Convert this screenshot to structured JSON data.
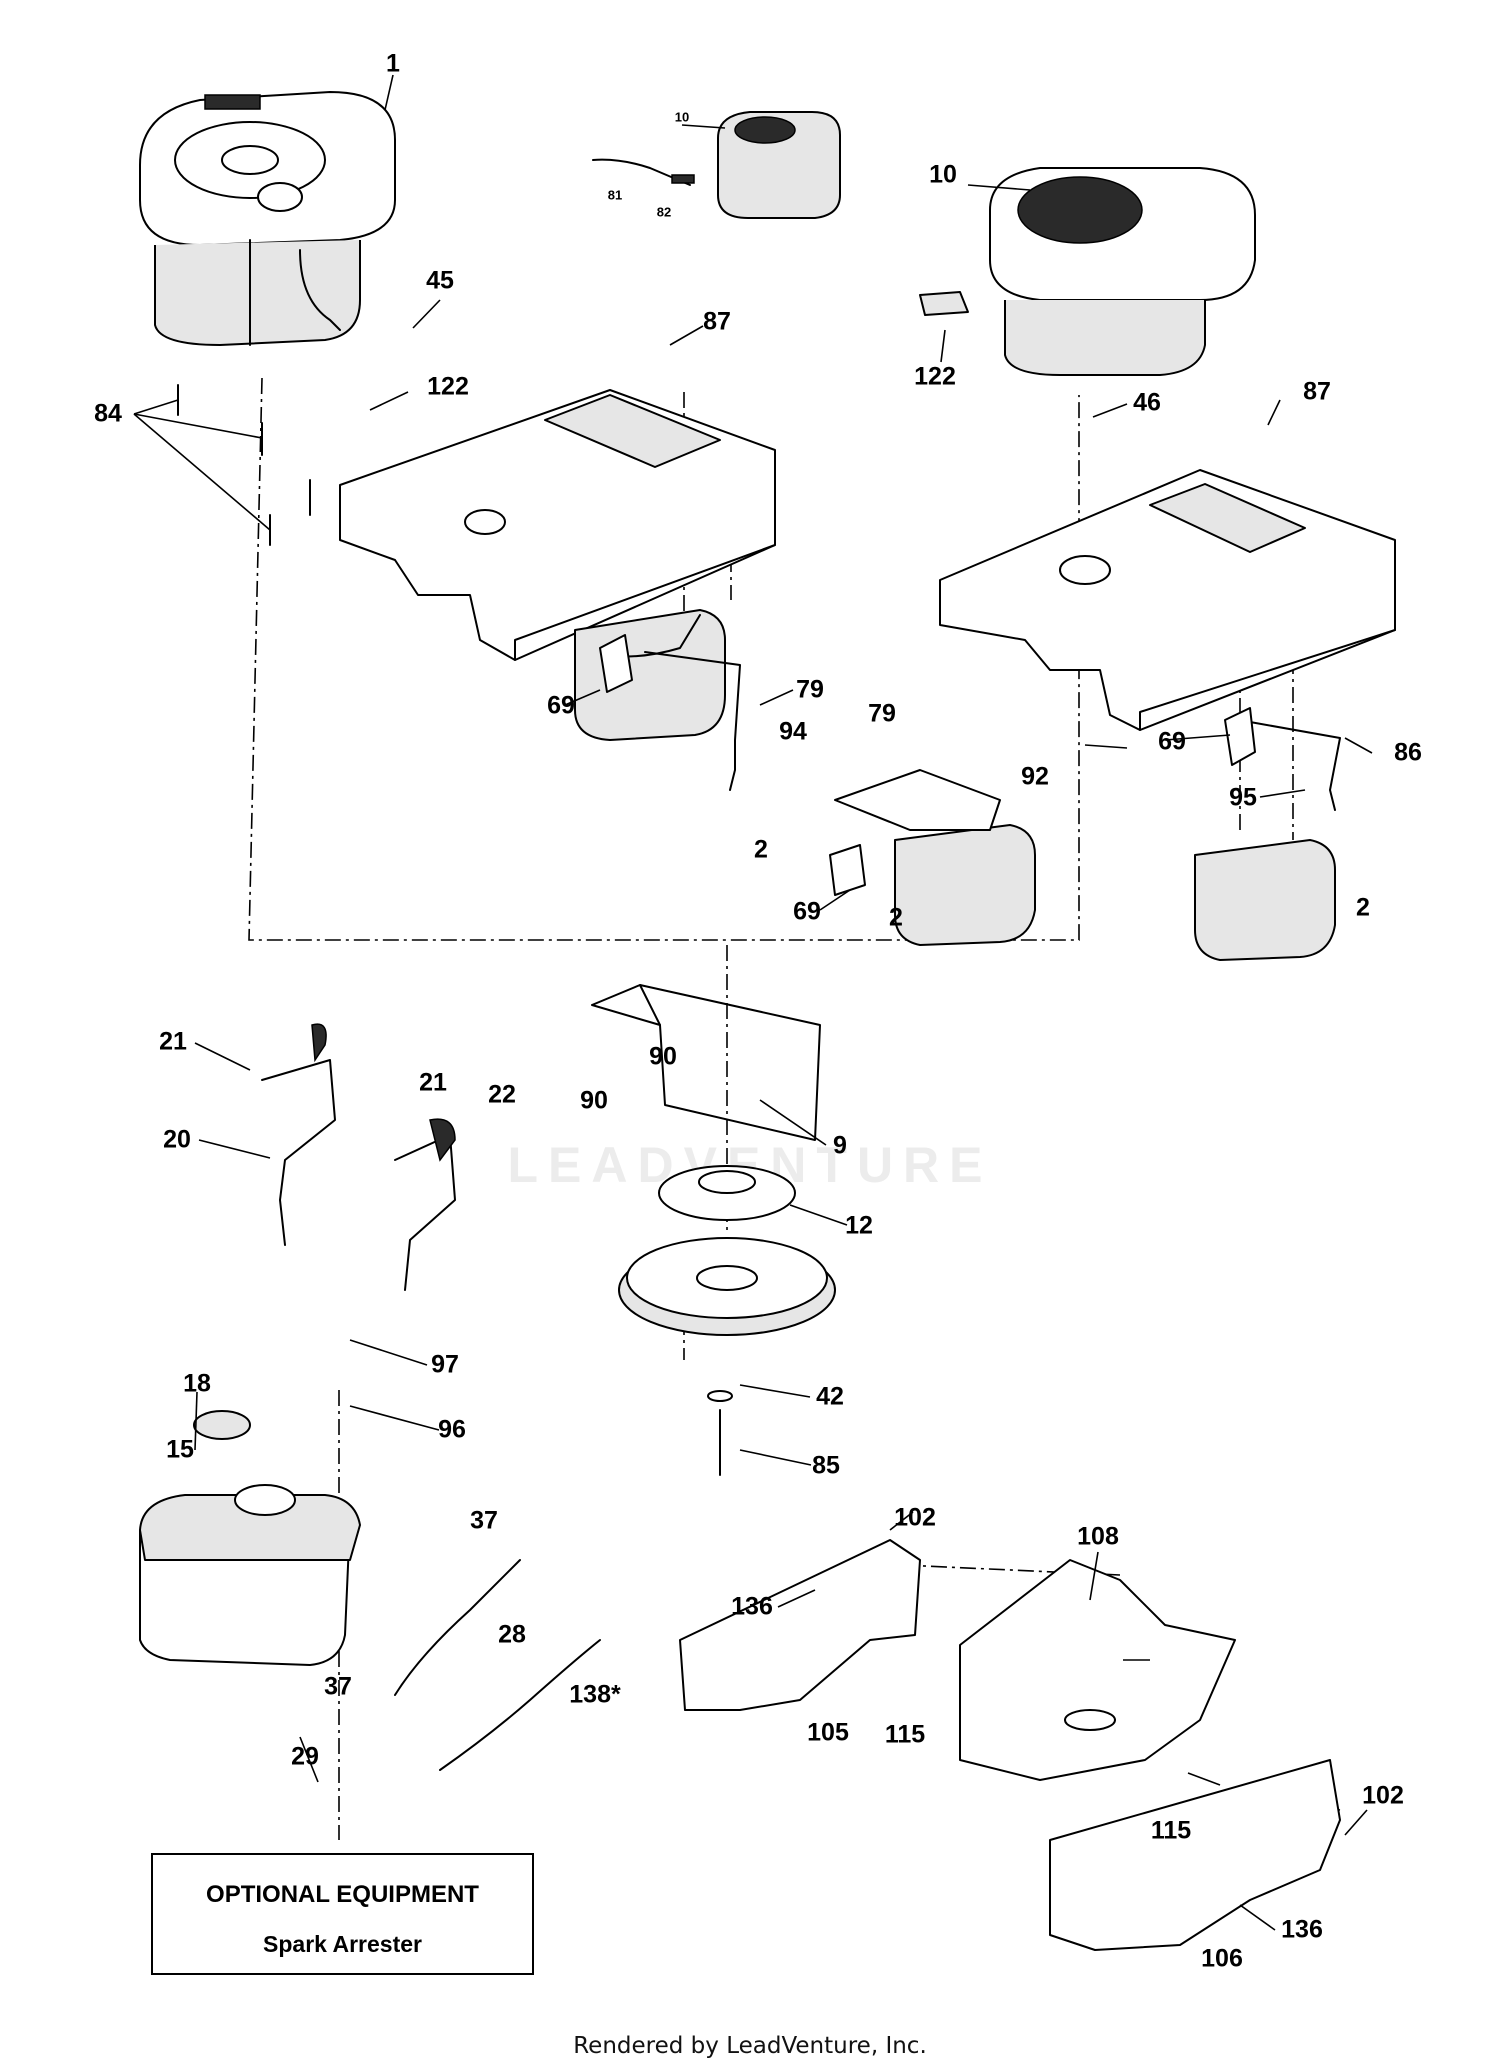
{
  "callouts": [
    {
      "id": "c1",
      "text": "1"
    },
    {
      "id": "c10a",
      "text": "10"
    },
    {
      "id": "c81",
      "text": "81"
    },
    {
      "id": "c82",
      "text": "82"
    },
    {
      "id": "c10b",
      "text": "10"
    },
    {
      "id": "c45",
      "text": "45"
    },
    {
      "id": "c87a",
      "text": "87"
    },
    {
      "id": "c122a",
      "text": "122"
    },
    {
      "id": "c84",
      "text": "84"
    },
    {
      "id": "c122b",
      "text": "122"
    },
    {
      "id": "c46",
      "text": "46"
    },
    {
      "id": "c87b",
      "text": "87"
    },
    {
      "id": "c69a",
      "text": "69"
    },
    {
      "id": "c79a",
      "text": "79"
    },
    {
      "id": "c94",
      "text": "94"
    },
    {
      "id": "c79b",
      "text": "79"
    },
    {
      "id": "c92",
      "text": "92"
    },
    {
      "id": "c69b",
      "text": "69"
    },
    {
      "id": "c86",
      "text": "86"
    },
    {
      "id": "c95",
      "text": "95"
    },
    {
      "id": "c2a",
      "text": "2"
    },
    {
      "id": "c69c",
      "text": "69"
    },
    {
      "id": "c2b",
      "text": "2"
    },
    {
      "id": "c2c",
      "text": "2"
    },
    {
      "id": "c21a",
      "text": "21"
    },
    {
      "id": "c90a",
      "text": "90"
    },
    {
      "id": "c21b",
      "text": "21"
    },
    {
      "id": "c22",
      "text": "22"
    },
    {
      "id": "c20",
      "text": "20"
    },
    {
      "id": "c90b",
      "text": "90"
    },
    {
      "id": "c9",
      "text": "9"
    },
    {
      "id": "c12",
      "text": "12"
    },
    {
      "id": "c97",
      "text": "97"
    },
    {
      "id": "c18",
      "text": "18"
    },
    {
      "id": "c42",
      "text": "42"
    },
    {
      "id": "c96",
      "text": "96"
    },
    {
      "id": "c15",
      "text": "15"
    },
    {
      "id": "c85",
      "text": "85"
    },
    {
      "id": "c37a",
      "text": "37"
    },
    {
      "id": "c102a",
      "text": "102"
    },
    {
      "id": "c108",
      "text": "108"
    },
    {
      "id": "c136a",
      "text": "136"
    },
    {
      "id": "c28",
      "text": "28"
    },
    {
      "id": "c37b",
      "text": "37"
    },
    {
      "id": "c138",
      "text": "138*"
    },
    {
      "id": "c105",
      "text": "105"
    },
    {
      "id": "c115a",
      "text": "115"
    },
    {
      "id": "c29",
      "text": "29"
    },
    {
      "id": "c102b",
      "text": "102"
    },
    {
      "id": "c115b",
      "text": "115"
    },
    {
      "id": "c136b",
      "text": "136"
    },
    {
      "id": "c106",
      "text": "106"
    }
  ],
  "optional_box": {
    "title": "OPTIONAL EQUIPMENT",
    "subtitle": "Spark Arrester"
  },
  "watermark": "LEADVENTURE",
  "footer": "Rendered by LeadVenture, Inc."
}
